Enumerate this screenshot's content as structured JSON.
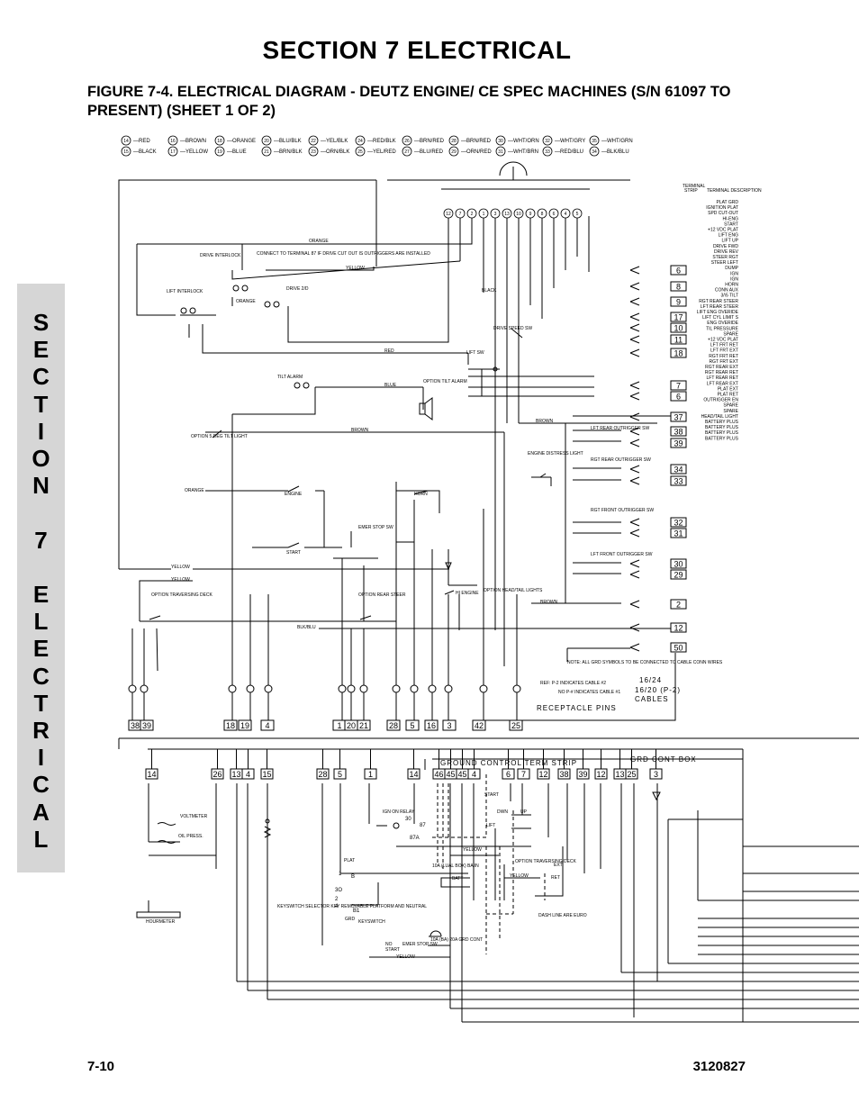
{
  "header": {
    "section_title": "SECTION 7  ELECTRICAL",
    "figure_caption": "FIGURE 7-4.    ELECTRICAL DIAGRAM - DEUTZ ENGINE/ CE SPEC MACHINES (S/N 61097 TO PRESENT) (SHEET 1 OF 2)"
  },
  "side_tab": {
    "letters": [
      "S",
      "E",
      "C",
      "T",
      "I",
      "O",
      "N",
      "",
      "7",
      "",
      "E",
      "L",
      "E",
      "C",
      "T",
      "R",
      "I",
      "C",
      "A",
      "L"
    ]
  },
  "footer": {
    "page_number": "7-10",
    "doc_number": "3120827"
  },
  "diagram": {
    "legend": [
      {
        "num": "14",
        "color": "RED"
      },
      {
        "num": "15",
        "color": "BLACK"
      },
      {
        "num": "16",
        "color": "BROWN"
      },
      {
        "num": "17",
        "color": "YELLOW"
      },
      {
        "num": "18",
        "color": "ORANGE"
      },
      {
        "num": "19",
        "color": "BLUE"
      },
      {
        "num": "20",
        "color": "BLU/BLK"
      },
      {
        "num": "21",
        "color": "BRN/BLK"
      },
      {
        "num": "22",
        "color": "YEL/BLK"
      },
      {
        "num": "23",
        "color": "ORN/BLK"
      },
      {
        "num": "24",
        "color": "RED/BLK"
      },
      {
        "num": "25",
        "color": "YEL/RED"
      },
      {
        "num": "26",
        "color": "BRN/RED"
      },
      {
        "num": "27",
        "color": "BLU/RED"
      },
      {
        "num": "28",
        "color": "BRN/RED"
      },
      {
        "num": "29",
        "color": "ORN/RED"
      },
      {
        "num": "30",
        "color": "WHT/ORN"
      },
      {
        "num": "31",
        "color": "WHT/BRN"
      },
      {
        "num": "32",
        "color": "WHT/GRY"
      },
      {
        "num": "33",
        "color": "RED/BLU"
      },
      {
        "num": "35",
        "color": "WHT/GRN"
      },
      {
        "num": "34",
        "color": "BLK/BLU"
      }
    ],
    "terminal_header": [
      "TERMINAL",
      "STRIP",
      "TERMINAL DESCRIPTION"
    ],
    "terminal_list": [
      "PLAT GRD",
      "IGNITION PLAT",
      "SPD CUT-OUT",
      "HI-ENG",
      "START",
      "+12 VDC PLAT",
      "LIFT ENG",
      "LIFT UP",
      "DRIVE FWD",
      "DRIVE REV",
      "STEER RGT",
      "STEER LEFT",
      "DUMP",
      "IGN",
      "IGN",
      "HORN",
      "CONN AUX",
      "3/\\5 TILT",
      "RGT REAR STEER",
      "LFT REAR STEER",
      "LIFT ENG OVERIDE",
      "LIFT CYL LIMIT S",
      "ENG OVERIDE",
      "TIL PRESSURE",
      "SPARE",
      "+12 VDC PLAT",
      "LFT FRT RET",
      "LFT FRT EXT",
      "RGT FRT RET",
      "RGT FRT EXT",
      "RGT REAR EXT",
      "RGT REAR RET",
      "LFT REAR RET",
      "LFT REAR EXT",
      "PLAT EXT",
      "PLAT RET",
      "OUTRIGGER EN",
      "SPARE",
      "SPARE",
      "HEAD/TAIL LIGHT",
      "BATTERY PLUS",
      "BATTERY PLUS",
      "BATTERY PLUS",
      "BATTERY PLUS"
    ],
    "labels": {
      "orange": "ORANGE",
      "yellow": "YELLOW",
      "red": "RED",
      "blue": "BLUE",
      "brown": "BROWN",
      "black": "BLACK",
      "blk_blu": "BLK/BLU",
      "drive": "DRIVE",
      "drive_interlock": "DRIVE INTERLOCK",
      "lift_interlock": "LIFT INTERLOCK",
      "drive_2": "DRIVE 2/D",
      "connect_note": "CONNECT TO TERMINAL 87 IF DRIVE CUT OUT IS OUTRIGGERS ARE INSTALLED",
      "tilt_alarm": "TILT ALARM",
      "option_tilt_alarm": "OPTION TILT ALARM",
      "option_tilt_light": "OPTION 5 DEG TILT LIGHT",
      "lift_sw": "LIFT SW",
      "drive_speed": "DRIVE SPEED SW",
      "engine_distress": "ENGINE DISTRESS LIGHT",
      "engine": "ENGINE",
      "horn": "HORN",
      "start": "START",
      "emer_stop": "EMER STOP SW",
      "option_trav": "OPTION TRAVERSING DECK",
      "option_rear_steer": "OPTION REAR STEER",
      "hi_engine": "HI ENGINE",
      "option_headtail": "OPTION HEAD/TAIL LIGHTS",
      "lft_rear": "LFT REAR OUTRIGGER SW",
      "rgt_rear": "RGT REAR OUTRIGGER SW",
      "rgt_front": "RGT FRONT OUTRIGGER SW",
      "lft_front": "LFT FRONT OUTRIGGER SW",
      "grd_note": "NOTE: ALL GRD SYMBOLS TO BE CONNECTED TO CABLE CONN WIRES",
      "ref_note1": "REF: P-2 INDICATES CABLE #2",
      "ref_note2": "NO P-# INDICATES CABLE #1",
      "cables_1624": "16/24",
      "cables_1620": "16/20 (P-2)",
      "cables": "CABLES",
      "receptacle": "RECEPTACLE PINS",
      "gnd_term_strip": "GROUND CONTROL TERM STRIP",
      "grd_cont_box": "GRD CONT BOX",
      "voltmeter": "VOLTMETER",
      "oil_press": "OIL PRESS.",
      "hourmeter": "HOURMETER",
      "ign_relay": "IGN ON RELAY",
      "plat": "PLAT",
      "grd": "GRD",
      "keyswitch": "KEYSWITCH SELECTOR KEY REMOVABLE PLATFORM AND NEUTRAL",
      "keyswitch_b": "KEYSWITCH",
      "fuse_10a": "10A (LUAL BOX) BA IN",
      "batt": "BATT",
      "fuse_20a": "10A (BA) 20A GRD CONT",
      "dash_euro": "DASH LINE ARE EURO",
      "option_trav_ext": "OPTION TRAVERSING DECK",
      "ext": "EXT",
      "ret": "RET",
      "dwn": "DWN",
      "up": "UP",
      "lift": "LIFT",
      "relay_87": "87",
      "relay_87a": "87A",
      "relay_30": "30",
      "b1": "B1",
      "b": "B",
      "three_o": "3O",
      "one": "1",
      "two": "2",
      "four": "4",
      "no": "NO"
    },
    "right_pins": [
      "6",
      "8",
      "9",
      "17",
      "10",
      "11",
      "18",
      "7",
      "6",
      "37",
      "38",
      "39",
      "34",
      "33",
      "32",
      "31",
      "30",
      "29",
      "2",
      "12",
      "50"
    ],
    "bottom_boxes_left": [
      "38",
      "39",
      "18",
      "19",
      "4",
      "1",
      "20",
      "21",
      "28",
      "5",
      "16",
      "3",
      "42",
      "25"
    ],
    "ground_boxes": [
      "14",
      "26",
      "13",
      "4",
      "15",
      "28",
      "5",
      "1",
      "14",
      "46",
      "45",
      "45",
      "4",
      "6",
      "7",
      "12",
      "38",
      "39",
      "12",
      "13",
      "25",
      "3"
    ],
    "top_connector_nums": [
      "12",
      "7",
      "2",
      "1",
      "3",
      "13",
      "10",
      "9",
      "8",
      "6",
      "4",
      "5"
    ]
  }
}
